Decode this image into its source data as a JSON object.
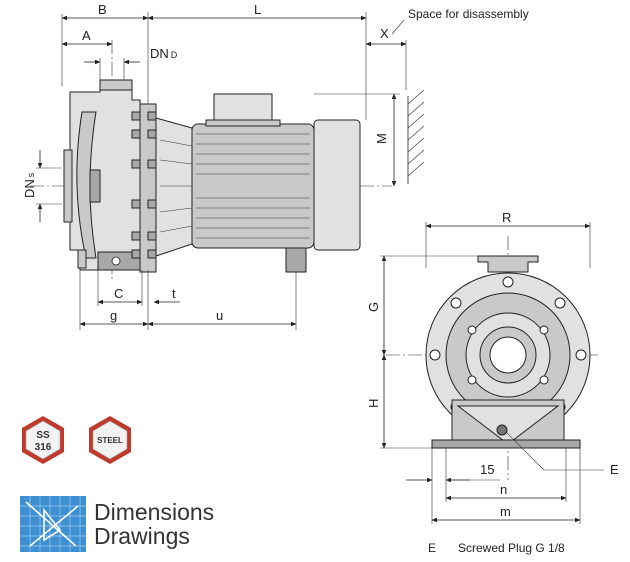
{
  "labels": {
    "B": "B",
    "L": "L",
    "X": "X",
    "A": "A",
    "DN_main": "DN",
    "DN_sub_D": "D",
    "DN_sub_S": "s",
    "M": "M",
    "R": "R",
    "G": "G",
    "H": "H",
    "C": "C",
    "g": "g",
    "t": "t",
    "u": "u",
    "E": "E",
    "fifteen": "15",
    "n": "n",
    "m": "m",
    "space_note": "Space for disassembly",
    "plug_code": "E",
    "plug_desc": "Screwed Plug G 1/8"
  },
  "badges": {
    "ss_line1": "SS",
    "ss_line2": "316",
    "steel": "STEEL"
  },
  "section": {
    "title_line1": "Dimensions",
    "title_line2": "Drawings"
  },
  "colors": {
    "badge_red": "#c0392b",
    "logo_blue": "#3d8fd1"
  }
}
